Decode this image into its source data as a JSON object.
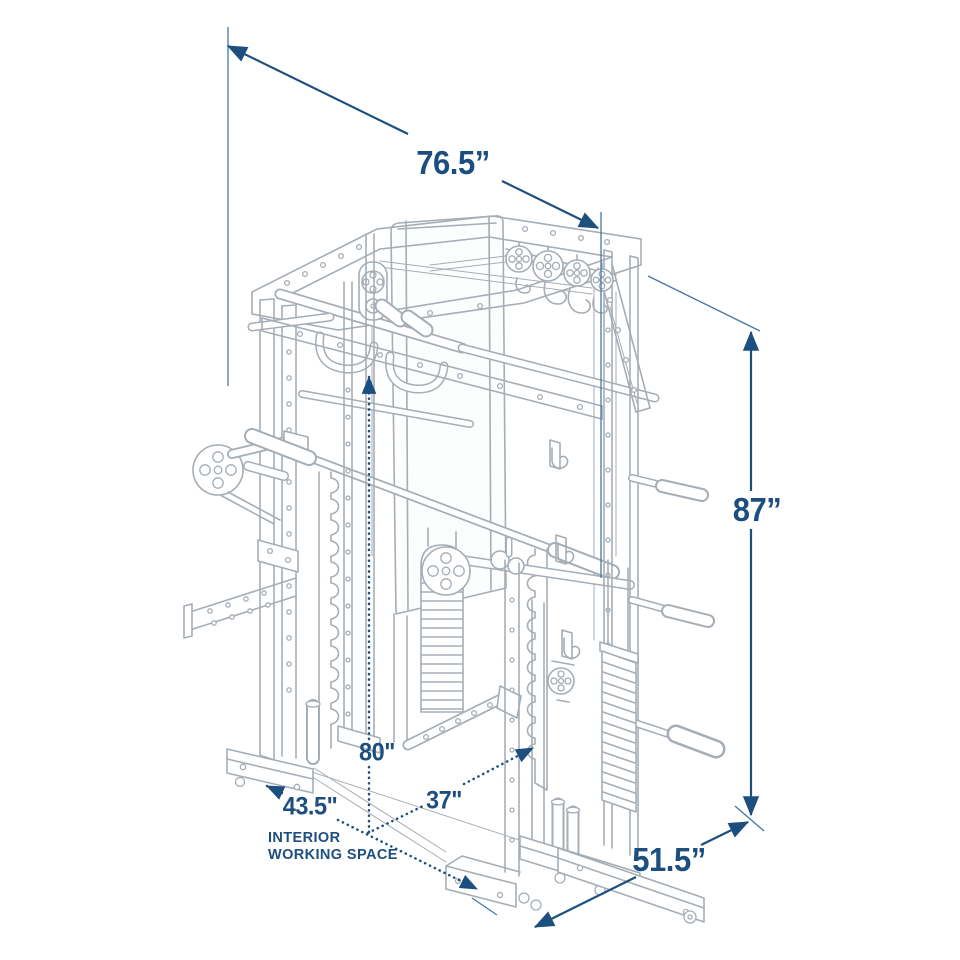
{
  "figure": {
    "caption": {
      "line1": "INTERIOR",
      "line2": "WORKING SPACE"
    },
    "dimensions": {
      "overall_width": {
        "label": "76.5”"
      },
      "overall_height": {
        "label": "87”"
      },
      "overall_depth": {
        "label": "51.5”"
      },
      "interior_height": {
        "label": "80\""
      },
      "interior_width": {
        "label": "43.5\""
      },
      "interior_depth": {
        "label": "37\""
      }
    },
    "colors": {
      "dimension_accent": "#1c4e7f",
      "extension_line": "#4578a8",
      "machine_line_art": "#a5adb5",
      "background": "#ffffff"
    }
  }
}
